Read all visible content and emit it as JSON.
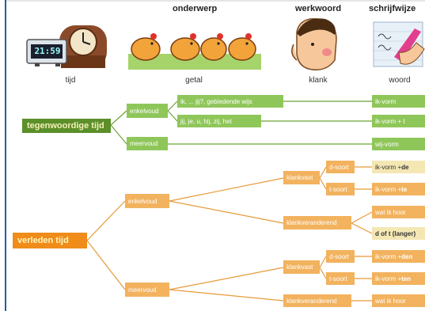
{
  "headers": {
    "onderwerp": "onderwerp",
    "werkwoord": "werkwoord",
    "schrijfwijze": "schrijfwijze"
  },
  "column_labels": {
    "tijd": "tijd",
    "getal": "getal",
    "klank": "klank",
    "woord": "woord"
  },
  "clock": {
    "display": "21:59"
  },
  "tegenwoordige": {
    "title": "tegenwoordige tijd",
    "enkelvoud": "enkelvoud",
    "meervoud": "meervoud",
    "pron1": "ik, ... jij?, gebiedende wijs",
    "pron2": "jij, je, u, hij, zij, het",
    "form1": "ik-vorm",
    "form2": "ik-vorm + t",
    "form3": "wij-vorm"
  },
  "verleden": {
    "title": "verleden tijd",
    "enkelvoud": "enkelvoud",
    "meervoud": "meervoud",
    "klankvast": "klankvast",
    "klankveranderend": "klankveranderend",
    "dsoort": "d-soort",
    "tsoort": "t-soort",
    "f_dsoort_base": "ik-vorm + ",
    "f_dsoort_end": "de",
    "f_tsoort_base": "ik-vorm + ",
    "f_tsoort_end": "te",
    "wat_ik_hoor": "wat ik hoor",
    "dof_t": "d of t (langer)",
    "f_m_dsoort_base": "ik-vorm + ",
    "f_m_dsoort_end": "den",
    "f_m_tsoort_base": "ik-vorm + ",
    "f_m_tsoort_end": "ten",
    "wat_ik_hoor2": "wat ik hoor"
  }
}
